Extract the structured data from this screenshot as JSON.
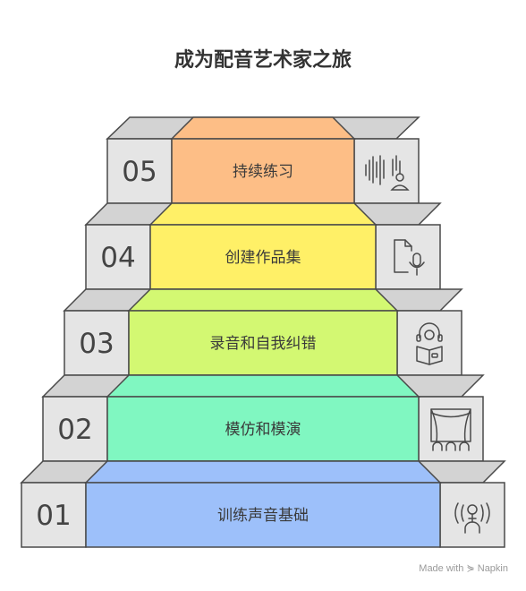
{
  "title": "成为配音艺术家之旅",
  "steps": [
    {
      "number": "01",
      "label": "训练声音基础",
      "color": "#9dc0fa",
      "icon": "person-with-sound-waves-icon"
    },
    {
      "number": "02",
      "label": "模仿和模演",
      "color": "#80f7c1",
      "icon": "theater-stage-audience-icon"
    },
    {
      "number": "03",
      "label": "录音和自我纠错",
      "color": "#d3f872",
      "icon": "reader-with-headphones-icon"
    },
    {
      "number": "04",
      "label": "创建作品集",
      "color": "#fff067",
      "icon": "document-with-microphone-icon"
    },
    {
      "number": "05",
      "label": "持续练习",
      "color": "#fdbe86",
      "icon": "sound-wave-with-person-icon"
    }
  ],
  "footer": "Made with ⋟ Napkin"
}
